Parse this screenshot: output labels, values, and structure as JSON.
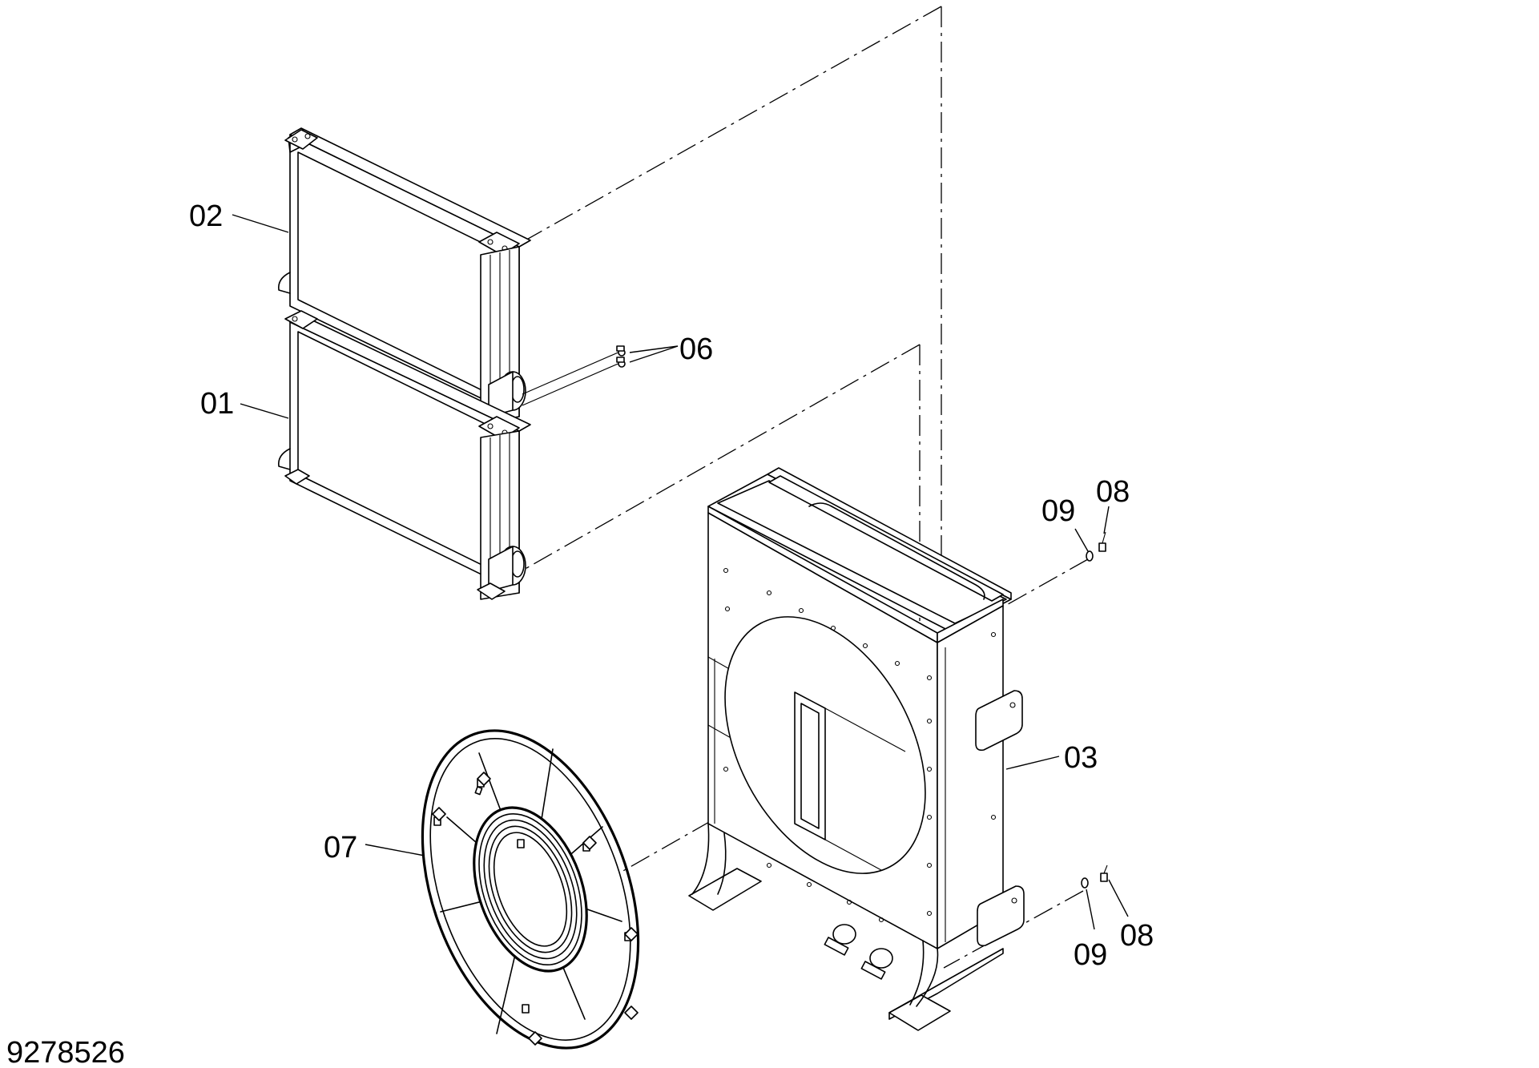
{
  "diagram": {
    "drawing_number": "9278526",
    "callouts": [
      {
        "id": "01",
        "label": "01"
      },
      {
        "id": "02",
        "label": "02"
      },
      {
        "id": "03",
        "label": "03"
      },
      {
        "id": "06",
        "label": "06"
      },
      {
        "id": "07",
        "label": "07"
      },
      {
        "id": "08-top",
        "label": "08"
      },
      {
        "id": "09-top",
        "label": "09"
      },
      {
        "id": "08-bottom",
        "label": "08"
      },
      {
        "id": "09-bottom",
        "label": "09"
      }
    ]
  }
}
